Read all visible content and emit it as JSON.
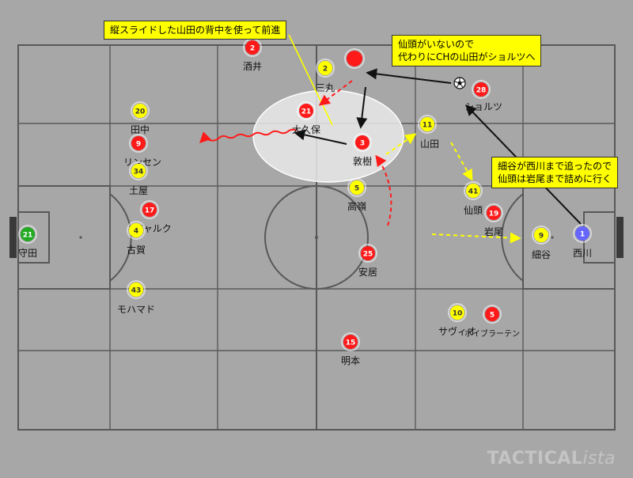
{
  "colors": {
    "pitch": "#a7a7a7",
    "lines": "#585858",
    "yellow_team": "#ffff00",
    "red_team": "#ff1a1a",
    "goalkeeper_green": "#22aa22",
    "goalkeeper_blue": "#6666ff",
    "highlight_zone": "#e8e8e8",
    "run_arrow_red": "#ff1a1a",
    "pass_arrow_yellow": "#ffff00",
    "move_arrow_black": "#111111"
  },
  "players": [
    {
      "id": "p-moriya",
      "team": "green",
      "number": "21",
      "name": "守田"
    },
    {
      "id": "p-tanaka",
      "team": "yellow",
      "number": "20",
      "name": "田中"
    },
    {
      "id": "p-linsen",
      "team": "red",
      "number": "9",
      "name": "リンセン"
    },
    {
      "id": "p-tsuchiya",
      "team": "yellow",
      "number": "34",
      "name": "土屋"
    },
    {
      "id": "p-jaluk",
      "team": "red",
      "number": "17",
      "name": "ジャルク"
    },
    {
      "id": "p-koga",
      "team": "yellow",
      "number": "4",
      "name": "古賀"
    },
    {
      "id": "p-mohamad",
      "team": "yellow",
      "number": "43",
      "name": "モハマド"
    },
    {
      "id": "p-sakai",
      "team": "red",
      "number": "2",
      "name": "酒井"
    },
    {
      "id": "p-mimaru",
      "team": "yellow",
      "number": "2",
      "name": "三丸"
    },
    {
      "id": "p-okubo",
      "team": "red",
      "number": "21",
      "name": "大久保"
    },
    {
      "id": "p-atsuki",
      "team": "red",
      "number": "3",
      "name": "敦樹"
    },
    {
      "id": "p-takamine",
      "team": "yellow",
      "number": "5",
      "name": "高嶺"
    },
    {
      "id": "p-yasui",
      "team": "red",
      "number": "25",
      "name": "安居"
    },
    {
      "id": "p-yamada",
      "team": "yellow",
      "number": "11",
      "name": "山田"
    },
    {
      "id": "p-sento",
      "team": "yellow",
      "number": "41",
      "name": "仙頭"
    },
    {
      "id": "p-iwao",
      "team": "red",
      "number": "19",
      "name": "岩尾"
    },
    {
      "id": "p-schorz",
      "team": "red",
      "number": "28",
      "name": "ショルツ"
    },
    {
      "id": "p-hosogai",
      "team": "yellow",
      "number": "9",
      "name": "細谷"
    },
    {
      "id": "p-nishikawa",
      "team": "blue",
      "number": "1",
      "name": "西川"
    },
    {
      "id": "p-savio",
      "team": "yellow",
      "number": "10",
      "name": "サヴィオ"
    },
    {
      "id": "p-hoibraaten",
      "team": "red",
      "number": "5",
      "name": "ホイブラーテン"
    },
    {
      "id": "p-akimoto",
      "team": "red",
      "number": "15",
      "name": "明本"
    },
    {
      "id": "p-unnumbered",
      "team": "red",
      "number": "",
      "name": ""
    }
  ],
  "callouts": {
    "top_left": [
      "縦スライドした山田の背中を使って前進"
    ],
    "top_right": [
      "仙頭がいないので",
      "代わりにCHの山田がショルツへ"
    ],
    "mid_right": [
      "細谷が西川まで追ったので",
      "仙頭は岩尾まで詰めに行く"
    ]
  },
  "ball": {
    "icon": "soccer-ball-icon"
  },
  "watermark": {
    "main": "TACTICAL",
    "suffix": "ista"
  }
}
